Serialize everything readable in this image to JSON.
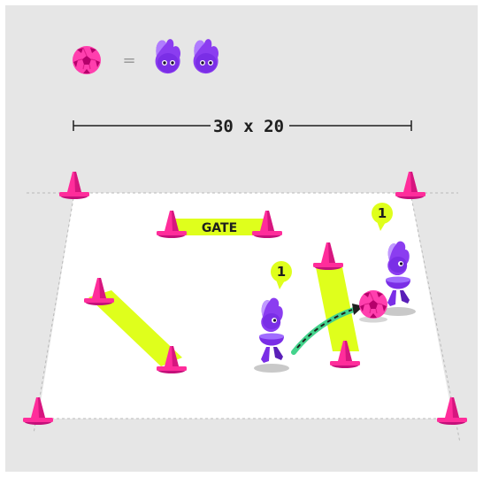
{
  "field": {
    "dimensions_label": "30 x 20"
  },
  "legend": {
    "equals_sign": "="
  },
  "gate": {
    "label": "GATE"
  },
  "players": [
    {
      "number": "1"
    },
    {
      "number": "1"
    }
  ],
  "colors": {
    "background": "#e6e6e6",
    "pitch": "#ffffff",
    "cone": "#ff2d9b",
    "cone_dark": "#c4107a",
    "lime": "#dfff1c",
    "purple": "#7a2ee6",
    "purple_light": "#b07cff",
    "ball": "#ff3fae",
    "pass_arrow": "#44d38c"
  }
}
